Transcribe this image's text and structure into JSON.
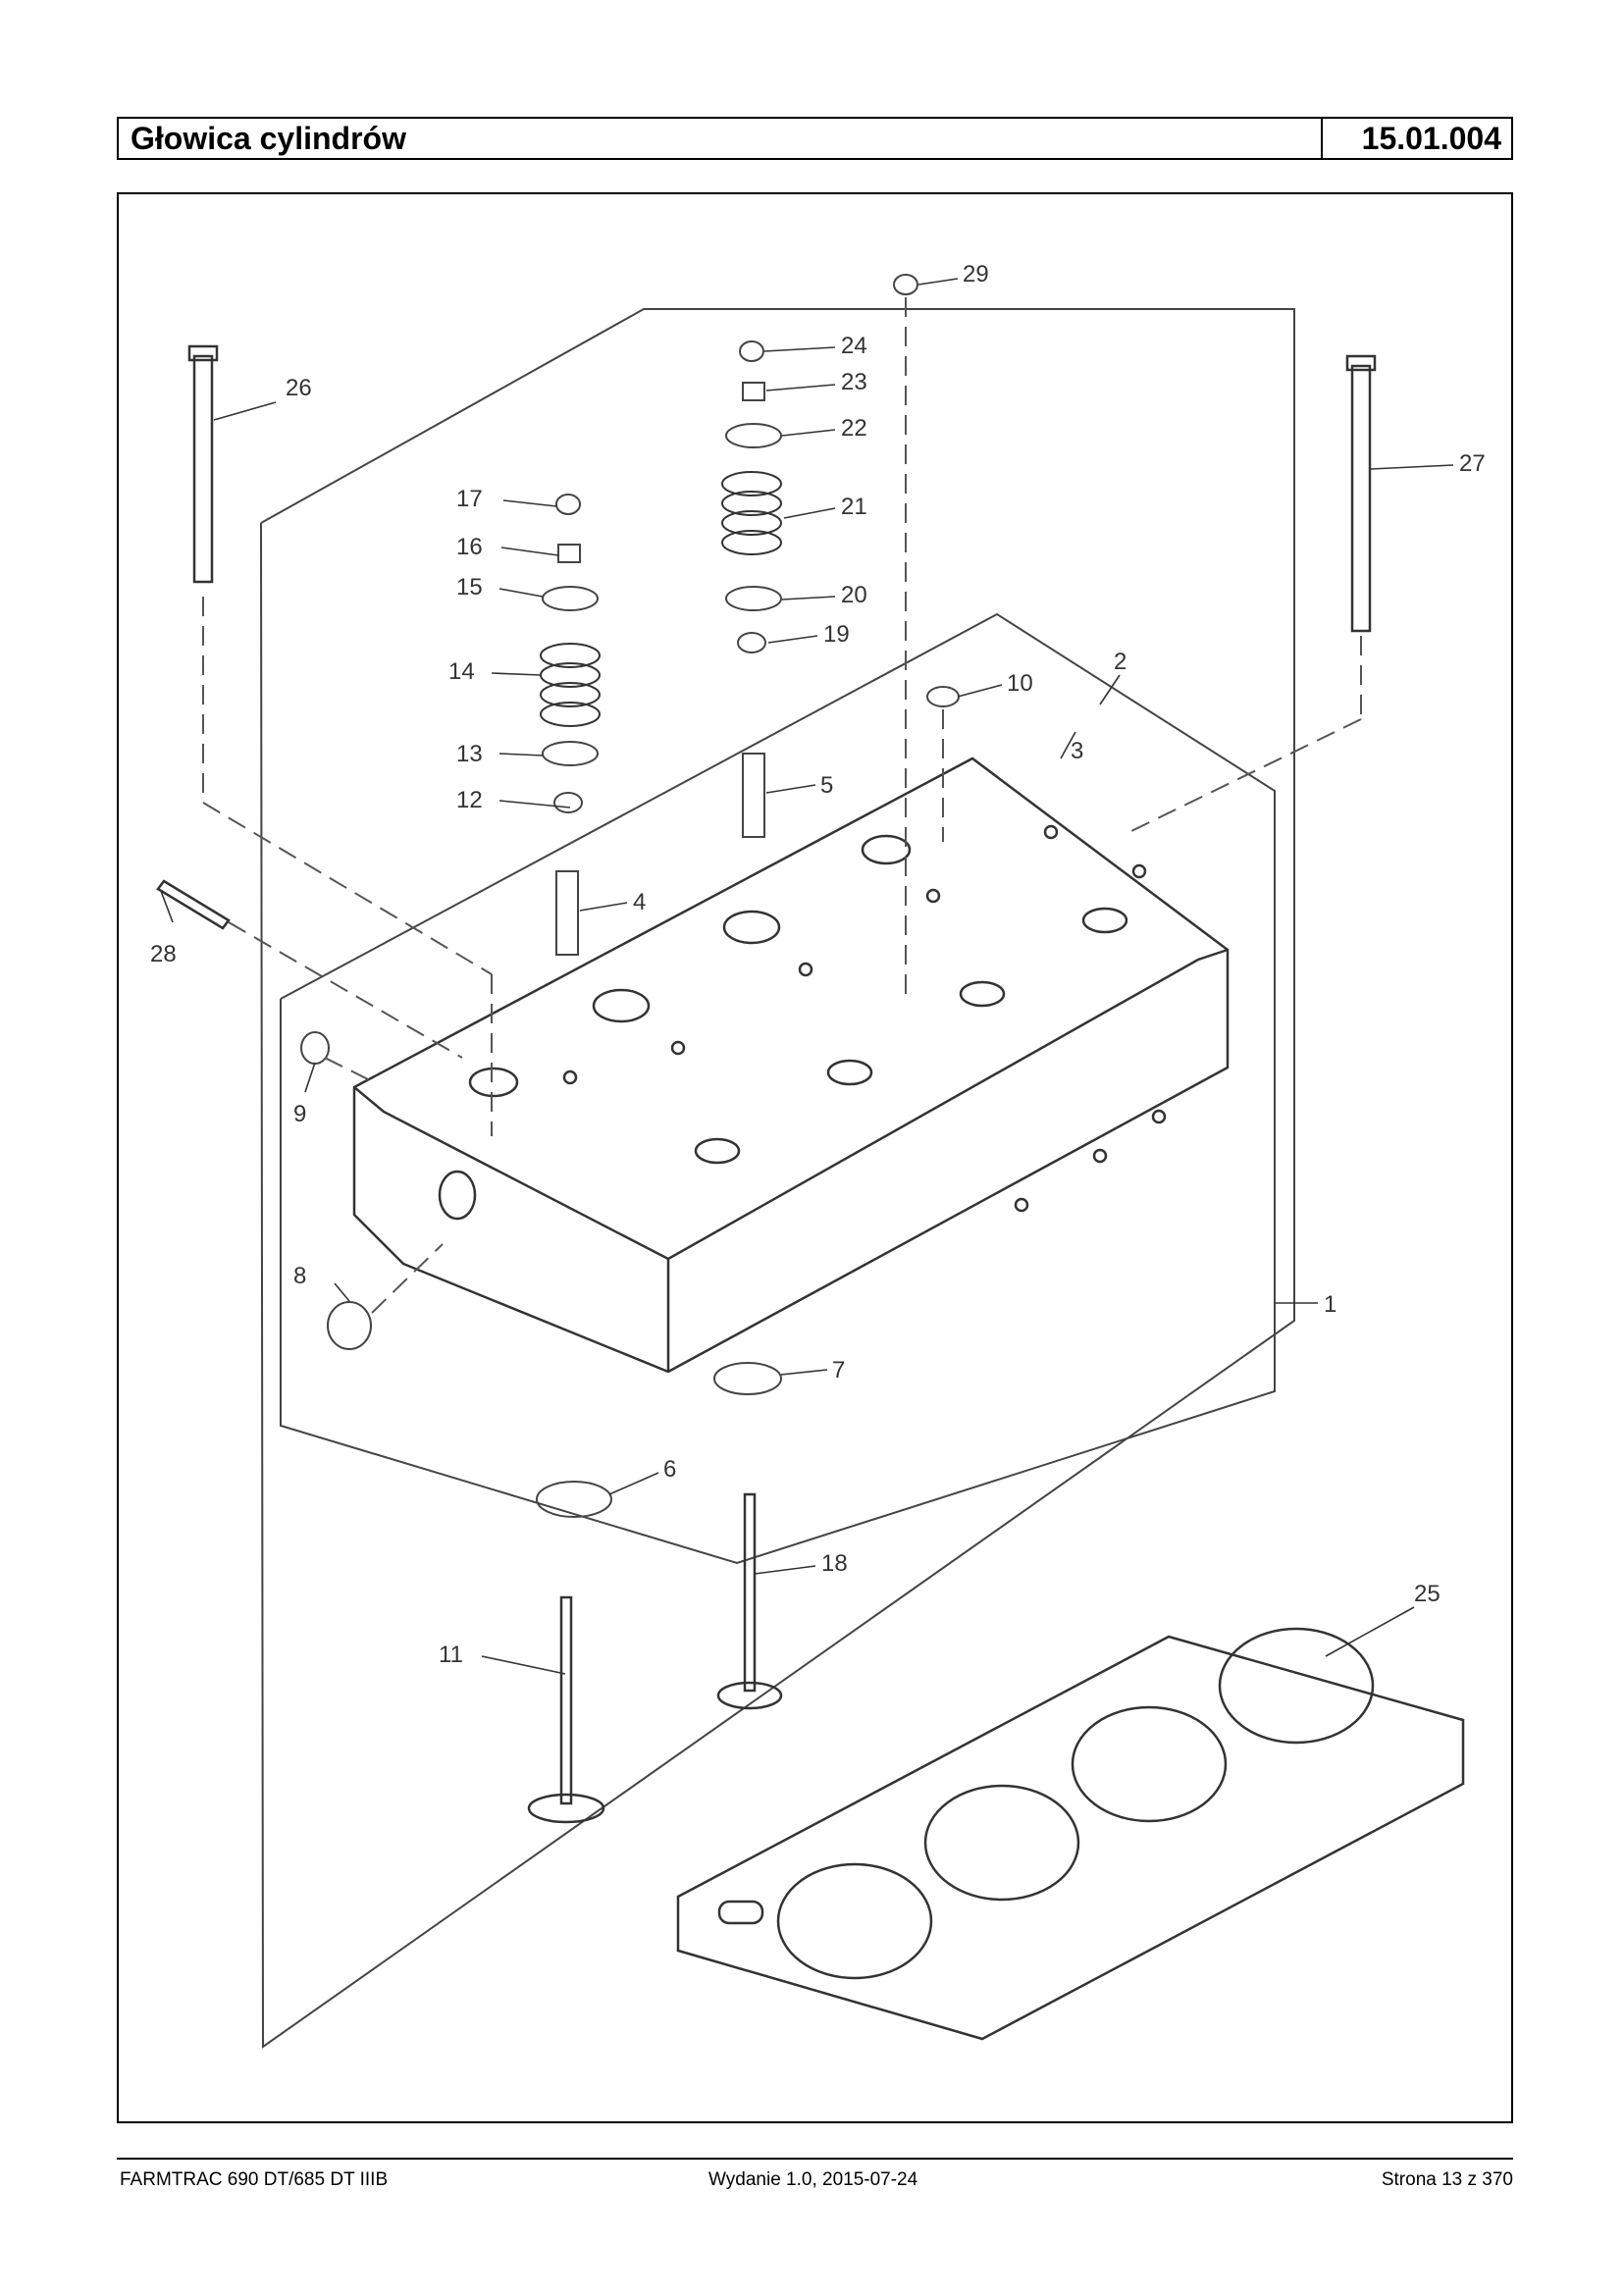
{
  "header": {
    "title": "Głowica cylindrów",
    "code": "15.01.004"
  },
  "footer": {
    "model": "FARMTRAC 690 DT/685 DT IIIB",
    "edition": "Wydanie 1.0,  2015-07-24",
    "page": "Strona 13 z 370"
  },
  "diagram": {
    "callouts": [
      "1",
      "2",
      "3",
      "4",
      "5",
      "6",
      "7",
      "8",
      "9",
      "10",
      "11",
      "12",
      "13",
      "14",
      "15",
      "16",
      "17",
      "18",
      "19",
      "20",
      "21",
      "22",
      "23",
      "24",
      "25",
      "26",
      "27",
      "28",
      "29"
    ]
  }
}
